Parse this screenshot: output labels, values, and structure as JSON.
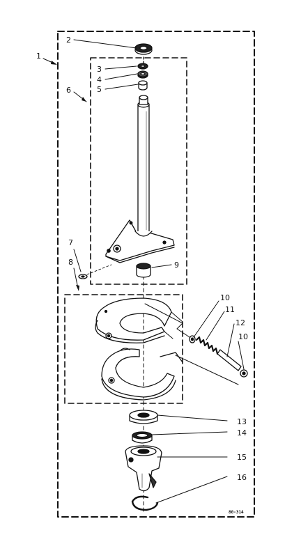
{
  "diagram": {
    "code": "80-314",
    "parts": [
      {
        "id": "1",
        "label": "1"
      },
      {
        "id": "2",
        "label": "2"
      },
      {
        "id": "3",
        "label": "3"
      },
      {
        "id": "4",
        "label": "4"
      },
      {
        "id": "5",
        "label": "5"
      },
      {
        "id": "6",
        "label": "6"
      },
      {
        "id": "7",
        "label": "7"
      },
      {
        "id": "8",
        "label": "8"
      },
      {
        "id": "9",
        "label": "9"
      },
      {
        "id": "10a",
        "label": "10"
      },
      {
        "id": "11",
        "label": "11"
      },
      {
        "id": "12",
        "label": "12"
      },
      {
        "id": "10b",
        "label": "10"
      },
      {
        "id": "13",
        "label": "13"
      },
      {
        "id": "14",
        "label": "14"
      },
      {
        "id": "15",
        "label": "15"
      },
      {
        "id": "16",
        "label": "16"
      }
    ]
  }
}
